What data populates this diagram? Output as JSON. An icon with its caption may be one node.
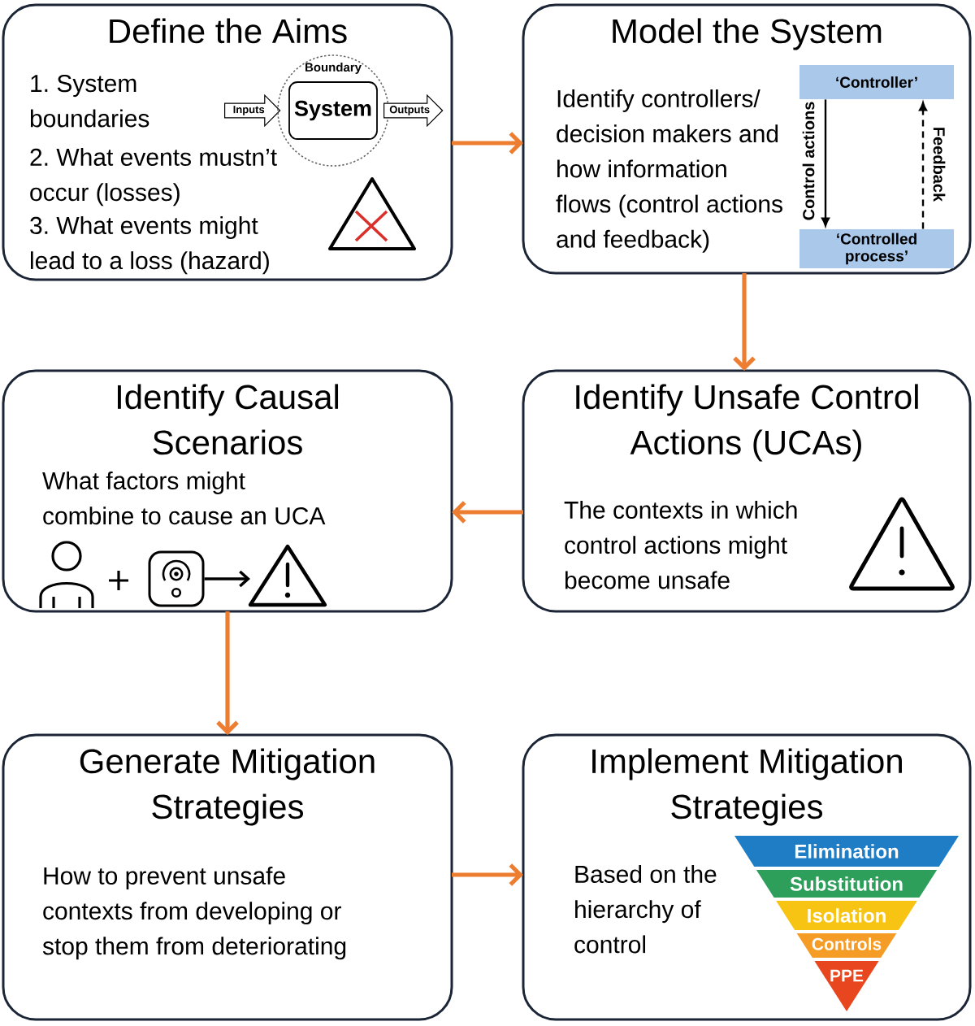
{
  "diagram": {
    "nodes": [
      {
        "text": [
          "Define the Aims",
          "1. System boundaries",
          "2. What events mustn’t occur (losses)",
          "3. What events might lead to a loss (hazard)"
        ]
      },
      {
        "text": [
          "Inputs"
        ],
        "in": 0
      },
      {
        "text": [
          "Boundary"
        ],
        "in": 0
      },
      {
        "text": [
          "System"
        ],
        "in": 2
      },
      {
        "text": [
          "Outputs"
        ],
        "in": 0
      },
      {
        "text": [
          "Model the System",
          "Identify controllers/ decision makers and how information flows (control actions and feedback)"
        ]
      },
      {
        "text": [
          "‘Controller’"
        ],
        "in": 5
      },
      {
        "text": [
          "‘Controlled process’"
        ],
        "in": 5
      },
      {
        "text": [
          "Identify Causal Scenarios",
          "What factors might combine to cause an UCA"
        ]
      },
      {
        "text": [],
        "shape": "picture",
        "in": 8
      },
      {
        "text": [],
        "shape": "picture",
        "in": 8
      },
      {
        "text": [
          "Identify Unsafe Control Actions (UCAs)",
          "The contexts in which control actions might become unsafe"
        ]
      },
      {
        "text": [
          "Generate Mitigation Strategies",
          "How to prevent unsafe contexts from developing or stop them from deteriorating"
        ]
      },
      {
        "text": [
          "Implement Mitigation Strategies",
          "Based on the hierarchy of control"
        ]
      },
      {
        "text": [
          "Elimination"
        ],
        "in": 13
      },
      {
        "text": [
          "Substitution"
        ],
        "in": 13
      },
      {
        "text": [
          "Isolation"
        ],
        "in": 13
      },
      {
        "text": [
          "Controls"
        ],
        "in": 13
      },
      {
        "text": [
          "PPE"
        ],
        "in": 13
      }
    ],
    "edges": [
      {
        "from": 0,
        "to": 5,
        "arrow": "to"
      },
      {
        "from": 5,
        "to": 11,
        "arrow": "to"
      },
      {
        "from": 11,
        "to": 8,
        "arrow": "to"
      },
      {
        "from": 8,
        "to": 12,
        "arrow": "to"
      },
      {
        "from": 12,
        "to": 13,
        "arrow": "to"
      },
      {
        "from": 6,
        "to": 7,
        "arrow": "to",
        "label": "Control actions",
        "color": "#000000"
      },
      {
        "from": 7,
        "to": 6,
        "arrow": "to",
        "label": "Feedback",
        "style": "dashed",
        "color": "#000000"
      },
      {
        "from": 9,
        "to": 10,
        "arrow": "to",
        "color": "#000000"
      }
    ]
  }
}
